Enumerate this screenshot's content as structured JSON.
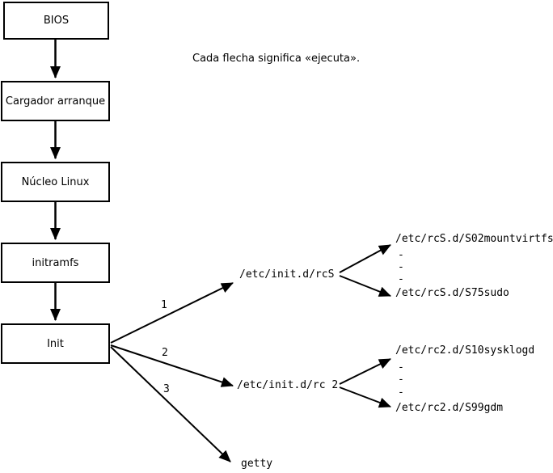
{
  "diagram": {
    "caption": "Cada flecha significa «ejecuta».",
    "boxes": [
      {
        "label": "BIOS"
      },
      {
        "label": "Cargador arranque"
      },
      {
        "label": "Núcleo Linux"
      },
      {
        "label": "initramfs"
      },
      {
        "label": "Init"
      }
    ],
    "branches": [
      {
        "number": "1",
        "target": "/etc/init.d/rcS"
      },
      {
        "number": "2",
        "target": "/etc/init.d/rc 2"
      },
      {
        "number": "3",
        "target": "getty"
      }
    ],
    "rcS_fan": {
      "first": "/etc/rcS.d/S02mountvirtfs",
      "dots": [
        "-",
        "-",
        "-"
      ],
      "last": "/etc/rcS.d/S75sudo"
    },
    "rc2_fan": {
      "first": "/etc/rc2.d/S10sysklogd",
      "dots": [
        "-",
        "-",
        "-"
      ],
      "last": "/etc/rc2.d/S99gdm"
    },
    "colors": {
      "ink": "#000000",
      "background": "#ffffff"
    }
  }
}
